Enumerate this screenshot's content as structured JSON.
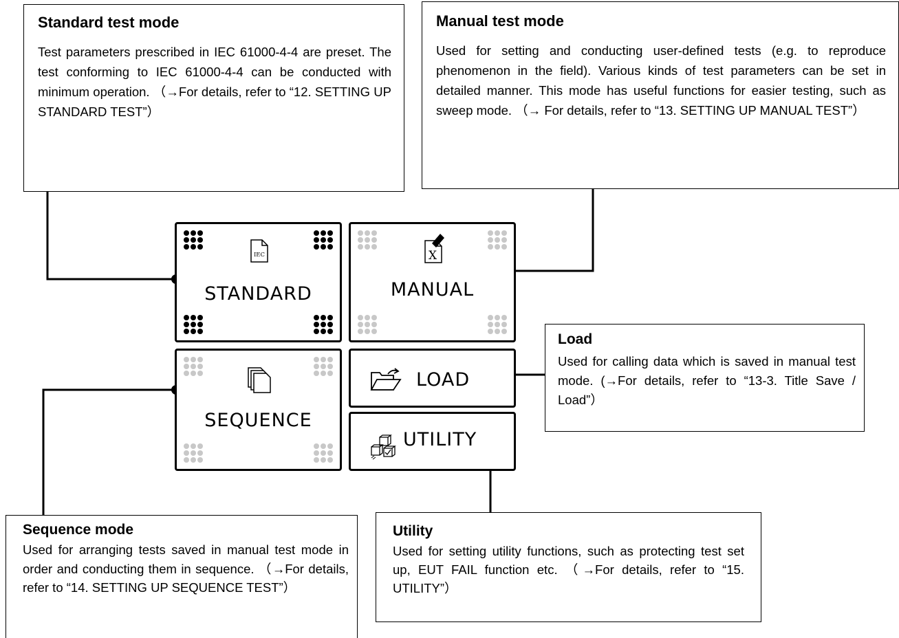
{
  "callouts": {
    "standard": {
      "title": "Standard test mode",
      "body": "Test parameters prescribed in IEC 61000-4-4 are preset. The test conforming to IEC 61000-4-4 can be conducted with minimum operation. （→For details, refer to “12. SETTING UP STANDARD TEST”）"
    },
    "manual": {
      "title": "Manual test mode",
      "body": "Used for setting and conducting user-defined tests (e.g. to reproduce phenomenon in the field). Various kinds of test parameters can be set in detailed manner. This mode has useful functions for easier testing, such as sweep mode. （→ For details, refer to “13. SETTING UP MANUAL TEST”）"
    },
    "load": {
      "title": "Load",
      "body": "Used for calling data which is saved in manual test mode. (→For details, refer to “13-3. Title Save / Load”）"
    },
    "sequence": {
      "title": "Sequence mode",
      "body": "Used for arranging tests saved in manual test mode in order and conducting them in sequence. （→For details, refer to “14. SETTING UP SEQUENCE TEST”）"
    },
    "utility": {
      "title": "Utility",
      "body": "Used for setting utility functions, such as protecting test set up, EUT FAIL function etc. （→For details, refer to “15. UTILITY”）"
    }
  },
  "buttons": {
    "standard": {
      "label": "STANDARD",
      "icon_text": "IEC",
      "icon": "iec-document-icon",
      "state": "selected"
    },
    "manual": {
      "label": "MANUAL",
      "icon_text": "X",
      "icon": "pencil-document-icon",
      "state": "normal"
    },
    "sequence": {
      "label": "SEQUENCE",
      "icon": "stacked-pages-icon",
      "state": "normal"
    },
    "load": {
      "label": "LOAD",
      "icon": "open-folder-icon"
    },
    "utility": {
      "label": "UTILITY",
      "icon": "blocks-icon"
    }
  },
  "colors": {
    "dot_active": "#000000",
    "dot_inactive": "#c8c8c8",
    "line": "#000000"
  }
}
